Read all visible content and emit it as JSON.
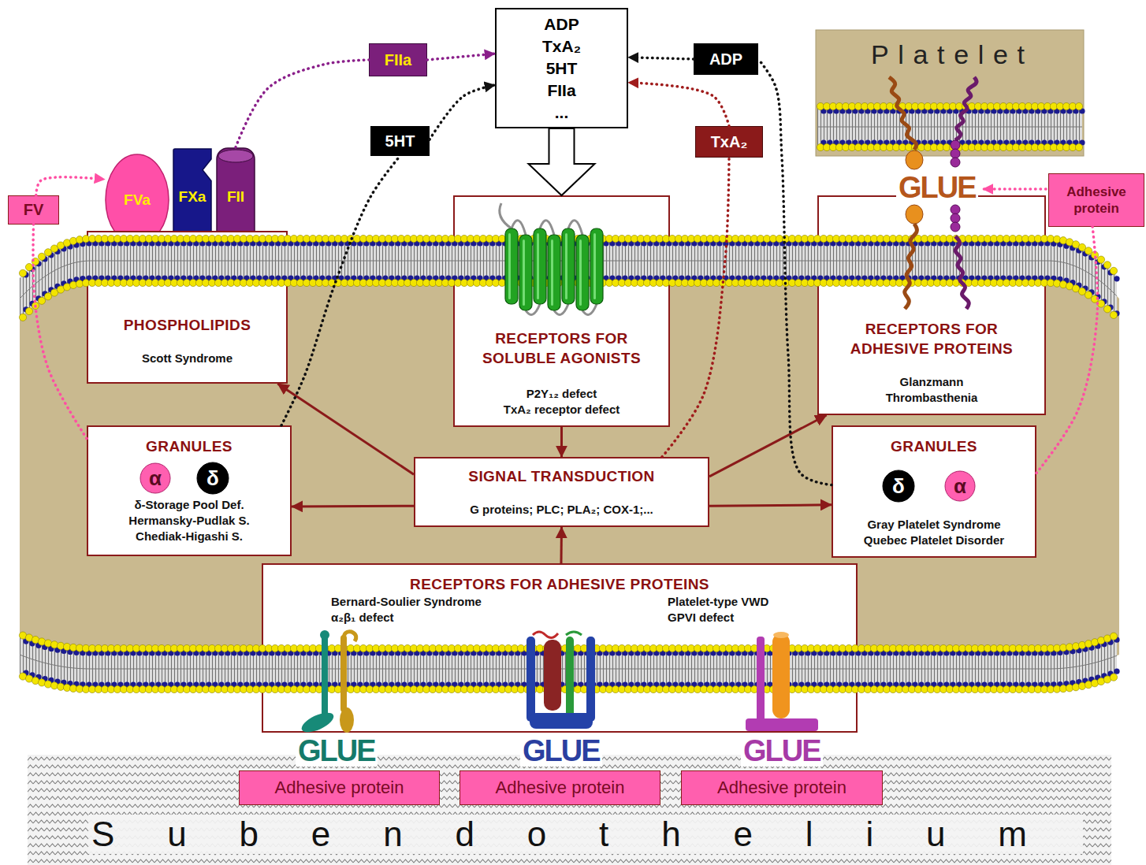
{
  "diagram": {
    "nodes": [
      {
        "text": [
          "FIIa"
        ]
      },
      {
        "text": [
          "5HT"
        ]
      },
      {
        "text": [
          "ADP TxA₂ 5HT FIIa ..."
        ]
      },
      {
        "text": [
          "ADP"
        ]
      },
      {
        "text": [
          "TxA₂"
        ]
      },
      {
        "text": [
          "FV"
        ]
      },
      {
        "text": [
          "FVa"
        ]
      },
      {
        "text": [
          "FXa"
        ]
      },
      {
        "text": [
          "FII"
        ]
      },
      {
        "text": [
          "Adhesive protein"
        ]
      },
      {
        "text": [
          "PHOSPHOLIPIDS",
          "Scott Syndrome"
        ]
      },
      {
        "text": [
          "RECEPTORS FOR SOLUBLE AGONISTS",
          "P2Y₁₂ defect",
          "TxA₂ receptor defect"
        ]
      },
      {
        "text": [
          "RECEPTORS FOR ADHESIVE PROTEINS",
          "Glanzmann Thrombasthenia"
        ]
      },
      {
        "text": [
          "GRANULES",
          "δ-Storage Pool Def.",
          "Hermansky-Pudlak S.",
          "Chediak-Higashi S."
        ]
      },
      {
        "text": [
          "α"
        ],
        "in": 13
      },
      {
        "text": [
          "δ"
        ],
        "in": 13
      },
      {
        "text": [
          "SIGNAL TRANSDUCTION",
          "G proteins; PLC; PLA₂; COX-1;..."
        ]
      },
      {
        "text": [
          "GRANULES",
          "Gray Platelet Syndrome",
          "Quebec Platelet Disorder"
        ]
      },
      {
        "text": [
          "δ"
        ],
        "in": 17
      },
      {
        "text": [
          "α"
        ],
        "in": 17
      },
      {
        "text": [
          "RECEPTORS FOR ADHESIVE PROTEINS",
          "Bernard-Soulier Syndrome",
          "α₂β₁ defect",
          "Platelet-type VWD",
          "GPVI defect"
        ]
      },
      {
        "text": [
          "Adhesive protein"
        ]
      },
      {
        "text": [
          "Adhesive protein"
        ]
      },
      {
        "text": [
          "Adhesive protein"
        ]
      }
    ],
    "edges": [
      {
        "from": 2,
        "to": 11,
        "arrow": "to"
      },
      {
        "from": 11,
        "to": 16,
        "arrow": "to"
      },
      {
        "from": 20,
        "to": 16,
        "arrow": "to"
      },
      {
        "from": 16,
        "to": 10,
        "arrow": "to"
      },
      {
        "from": 16,
        "to": 13,
        "arrow": "to"
      },
      {
        "from": 16,
        "to": 12,
        "arrow": "to"
      },
      {
        "from": 16,
        "to": 17,
        "arrow": "to"
      },
      {
        "from": 5,
        "to": 6,
        "arrow": "to"
      },
      {
        "from": 13,
        "to": 5,
        "arrow": "none"
      },
      {
        "from": 8,
        "to": 0,
        "arrow": "none"
      },
      {
        "from": 0,
        "to": 2,
        "arrow": "to"
      },
      {
        "from": 13,
        "to": 1,
        "arrow": "none"
      },
      {
        "from": 1,
        "to": 2,
        "arrow": "to"
      },
      {
        "from": 16,
        "to": 4,
        "arrow": "none"
      },
      {
        "from": 4,
        "to": 2,
        "arrow": "to"
      },
      {
        "from": 17,
        "to": 3,
        "arrow": "none"
      },
      {
        "from": 3,
        "to": 2,
        "arrow": "to"
      },
      {
        "from": 17,
        "to": 9,
        "arrow": "none"
      }
    ],
    "labels": [
      "Platelet",
      "GLUE",
      "GLUE",
      "GLUE",
      "GLUE",
      "Subendothelium"
    ]
  }
}
